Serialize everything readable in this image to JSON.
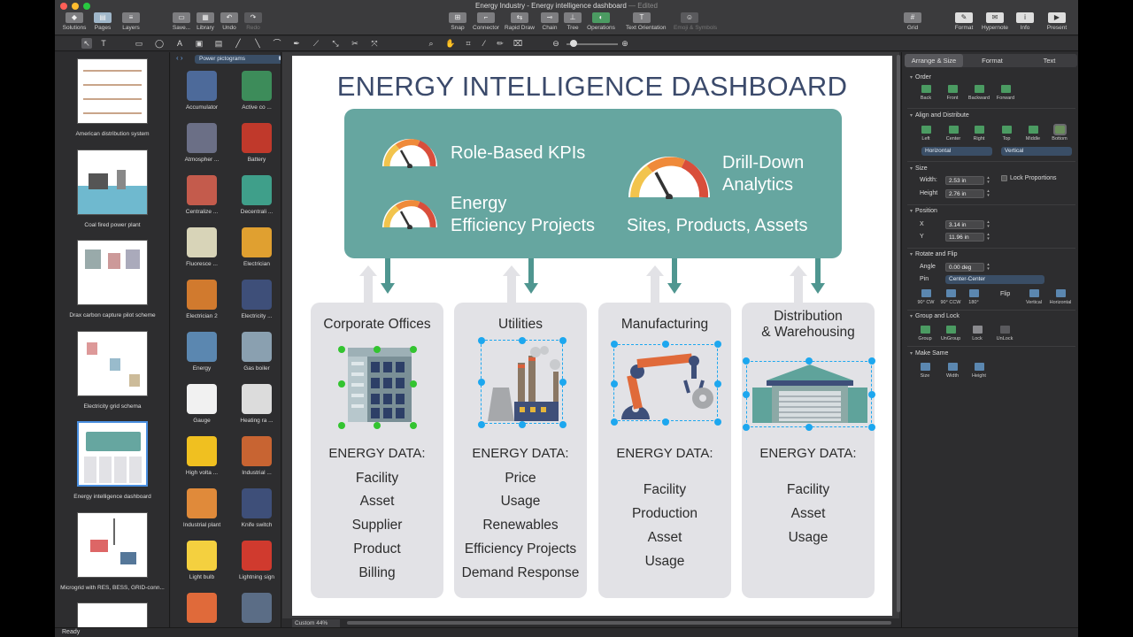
{
  "window": {
    "title": "Energy Industry - Energy intelligence dashboard",
    "edited": "— Edited"
  },
  "toolbar_left": [
    "Solutions",
    "Pages",
    "Layers"
  ],
  "toolbar_mid": [
    "Save...",
    "Library",
    "Undo",
    "Redo"
  ],
  "toolbar_center": [
    "Snap",
    "Connector",
    "Rapid Draw",
    "Chain",
    "Tree",
    "Operations",
    "Text Orientation",
    "Emoji & Symbols"
  ],
  "toolbar_right": [
    "Grid",
    "Format",
    "Hypernote",
    "Info",
    "Present"
  ],
  "pages": [
    {
      "name": "American distribution system"
    },
    {
      "name": "Coal fired power plant"
    },
    {
      "name": "Drax carbon capture pilot scheme"
    },
    {
      "name": "Electricity grid schema"
    },
    {
      "name": "Energy intelligence dashboard"
    },
    {
      "name": "Microgrid with RES, BESS, GRID-conn..."
    }
  ],
  "library": {
    "selected": "Power pictograms",
    "items": [
      "Accumulator",
      "Active co ...",
      "Atmospher ...",
      "Battery",
      "Centralize ...",
      "Decentrali ...",
      "Fluoresce ...",
      "Electrician",
      "Electrician 2",
      "Electricity ...",
      "Energy",
      "Gas boiler",
      "Gauge",
      "Heating ra ...",
      "High volta ...",
      "Industrial ...",
      "Industrial plant",
      "Knife switch",
      "Light bulb",
      "Lightning sign"
    ]
  },
  "canvas": {
    "zoom": "Custom 44%",
    "status": "Ready"
  },
  "dashboard": {
    "title": "ENERGY INTELLIGENCE DASHBOARD",
    "kpi1": "Role-Based KPIs",
    "kpi2_line1": "Energy",
    "kpi2_line2": "Efficiency Projects",
    "kpi3_line1": "Drill-Down",
    "kpi3_line2": "Analytics",
    "kpi4": "Sites, Products, Assets",
    "cards": [
      {
        "title": "Corporate Offices",
        "heading": "ENERGY DATA:",
        "items": [
          "Facility",
          "Asset",
          "Supplier",
          "Product",
          "Billing"
        ]
      },
      {
        "title": "Utilities",
        "heading": "ENERGY DATA:",
        "items": [
          "Price",
          "Usage",
          "Renewables",
          "Efficiency Projects",
          "Demand Response"
        ]
      },
      {
        "title": "Manufacturing",
        "heading": "ENERGY DATA:",
        "items": [
          "Facility",
          "Production",
          "Asset",
          "Usage"
        ]
      },
      {
        "title_line1": "Distribution",
        "title_line2": "& Warehousing",
        "heading": "ENERGY DATA:",
        "items": [
          "Facility",
          "Asset",
          "Usage"
        ]
      }
    ]
  },
  "inspector": {
    "tabs": [
      "Arrange & Size",
      "Format",
      "Text"
    ],
    "order_title": "Order",
    "order": [
      "Back",
      "Front",
      "Backward",
      "Forward"
    ],
    "align_title": "Align and Distribute",
    "align": [
      "Left",
      "Center",
      "Right",
      "Top",
      "Middle",
      "Bottom"
    ],
    "align_h": "Horizontal",
    "align_v": "Vertical",
    "size_title": "Size",
    "width_label": "Width:",
    "width": "2.53 in",
    "height_label": "Height",
    "height": "2.76 in",
    "lock_proportions": "Lock Proportions",
    "position_title": "Position",
    "x_label": "X",
    "x": "3.14 in",
    "y_label": "Y",
    "y": "11.96 in",
    "rotate_title": "Rotate and Flip",
    "angle_label": "Angle",
    "angle": "0.00 deg",
    "pin_label": "Pin",
    "pin": "Center-Center",
    "rotate": [
      "90° CW",
      "90° CCW",
      "180°"
    ],
    "flip_label": "Flip",
    "flip": [
      "Vertical",
      "Horizontal"
    ],
    "group_title": "Group and Lock",
    "group": [
      "Group",
      "UnGroup",
      "Lock",
      "UnLock"
    ],
    "same_title": "Make Same",
    "same": [
      "Size",
      "Width",
      "Height"
    ]
  },
  "colors": {
    "teal_panel": "#66a6a0",
    "card_bg": "#e2e2e6",
    "title_text": "#3b4a6b",
    "selection_handle": "#1da7ef"
  }
}
